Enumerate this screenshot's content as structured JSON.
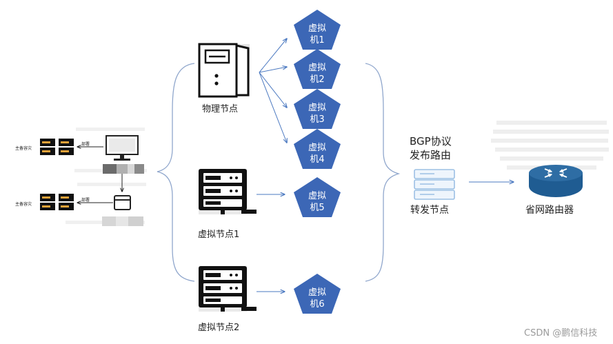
{
  "left_cluster": {
    "row1": {
      "tag": "主备容灾",
      "arrow_label": "部署"
    },
    "row2": {
      "tag": "主备容灾",
      "arrow_label": "部署"
    }
  },
  "physical_node": {
    "label": "物理节点"
  },
  "virtual_node_1": {
    "label": "虚拟节点1"
  },
  "virtual_node_2": {
    "label": "虚拟节点2"
  },
  "vms": [
    {
      "line1": "虚拟",
      "line2": "机1"
    },
    {
      "line1": "虚拟",
      "line2": "机2"
    },
    {
      "line1": "虚拟",
      "line2": "机3"
    },
    {
      "line1": "虚拟",
      "line2": "机4"
    },
    {
      "line1": "虚拟",
      "line2": "机5"
    },
    {
      "line1": "虚拟",
      "line2": "机6"
    }
  ],
  "bgp": {
    "line1": "BGP协议",
    "line2": "发布路由"
  },
  "forwarding_node": {
    "label": "转发节点"
  },
  "provincial_router": {
    "label": "省网路由器"
  },
  "watermark": "CSDN @鹏信科技",
  "colors": {
    "vm_fill": "#3c67b6",
    "arrow": "#4a78c0",
    "brace": "#8fa6cc",
    "server_black": "#111111",
    "router_blue": "#2e6da4"
  }
}
